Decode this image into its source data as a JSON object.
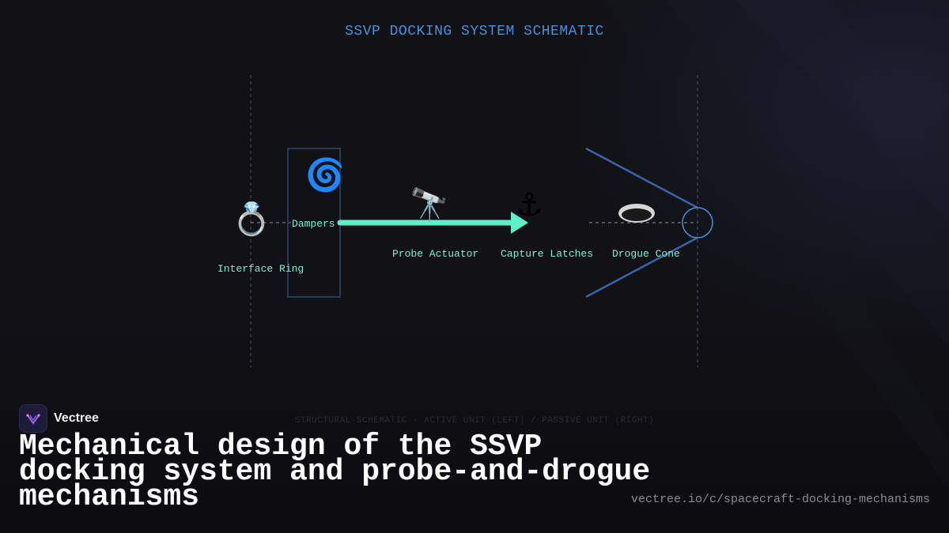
{
  "title": "SSVP DOCKING SYSTEM SCHEMATIC",
  "components": [
    {
      "id": "interface-ring",
      "label": "Interface Ring",
      "icon": "💍"
    },
    {
      "id": "dampers",
      "label": "Dampers",
      "icon": "🌀"
    },
    {
      "id": "probe-actuator",
      "label": "Probe Actuator",
      "icon": "🔭"
    },
    {
      "id": "capture-latches",
      "label": "Capture Latches",
      "icon": "⚓"
    },
    {
      "id": "drogue-cone",
      "label": "Drogue Cone",
      "icon": "⬬"
    }
  ],
  "caption": "STRUCTURAL SCHEMATIC - ACTIVE UNIT (LEFT) / PASSIVE UNIT (RIGHT)",
  "brand": {
    "name": "Vectree"
  },
  "headline": "Mechanical design of the SSVP docking system and probe-and-drogue mechanisms",
  "url": "vectree.io/c/spacecraft-docking-mechanisms",
  "colors": {
    "accent": "#4a90d9",
    "label": "#7ef0d0",
    "probe": "#5ef0c8",
    "background": "#111116"
  }
}
